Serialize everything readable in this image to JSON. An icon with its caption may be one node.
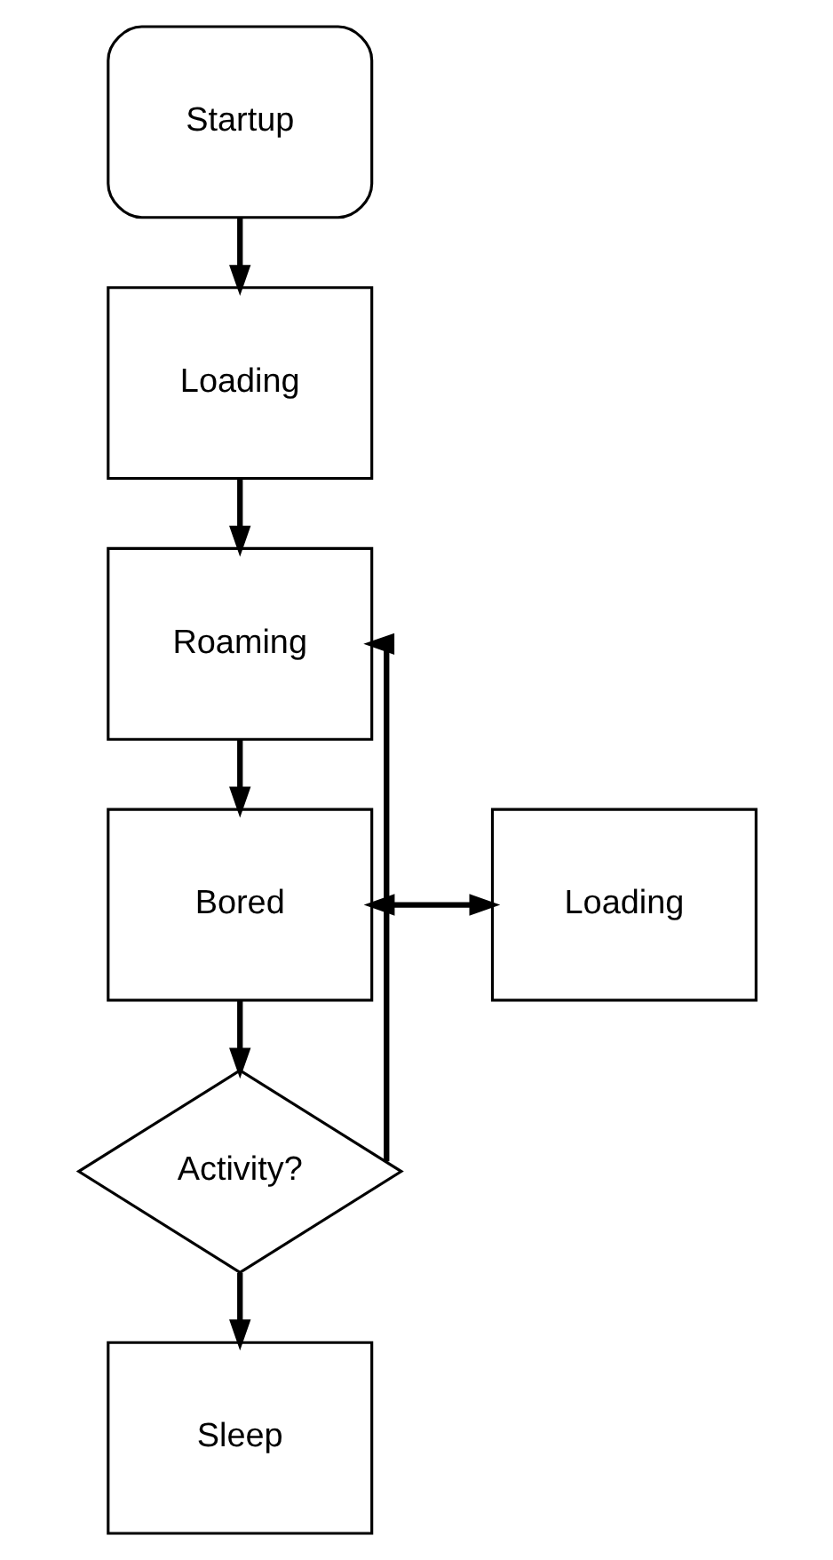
{
  "diagram": {
    "nodes": [
      {
        "text": [
          "Startup"
        ]
      },
      {
        "text": [
          "Loading"
        ]
      },
      {
        "text": [
          "Roaming"
        ]
      },
      {
        "text": [
          "Bored"
        ]
      },
      {
        "text": [
          "Loading"
        ]
      },
      {
        "text": [
          "Activity?"
        ]
      },
      {
        "text": [
          "Sleep"
        ]
      }
    ],
    "edges": [
      {
        "from": 0,
        "to": 1,
        "arrow": "to"
      },
      {
        "from": 1,
        "to": 2,
        "arrow": "to"
      },
      {
        "from": 2,
        "to": 3,
        "arrow": "to"
      },
      {
        "from": 3,
        "to": 4,
        "arrow": "both"
      },
      {
        "from": 3,
        "to": 5,
        "arrow": "to"
      },
      {
        "from": 5,
        "to": 2,
        "arrow": "to"
      },
      {
        "from": 5,
        "to": 6,
        "arrow": "to"
      }
    ]
  }
}
